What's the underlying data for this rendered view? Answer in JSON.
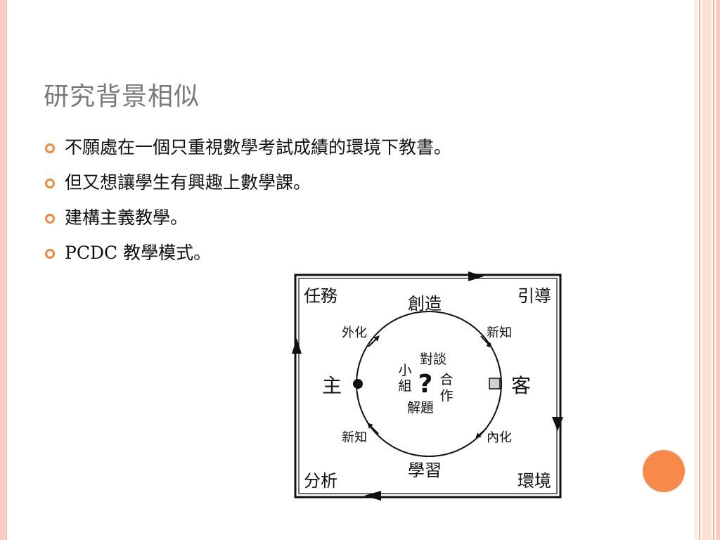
{
  "slide": {
    "title": "研究背景相似",
    "bullets": [
      "不願處在一個只重視數學考試成績的環境下教書。",
      "但又想讓學生有興趣上數學課。",
      "建構主義教學。",
      "PCDC 教學模式。"
    ],
    "accent_color": "#f08a3c"
  },
  "diagram": {
    "corners": {
      "top_left": "任務",
      "top_right": "引導",
      "bottom_left": "分析",
      "bottom_right": "環境"
    },
    "cycle": {
      "top": "創造",
      "bottom": "學習",
      "left": "主",
      "right": "客"
    },
    "arrow_labels": {
      "upper_left": "外化",
      "upper_right": "新知",
      "lower_left": "新知",
      "lower_right": "內化"
    },
    "center": {
      "top": "對談",
      "left_col": [
        "小",
        "組"
      ],
      "mark": "?",
      "right_col": [
        "合",
        "作"
      ],
      "bottom": "解題"
    }
  }
}
